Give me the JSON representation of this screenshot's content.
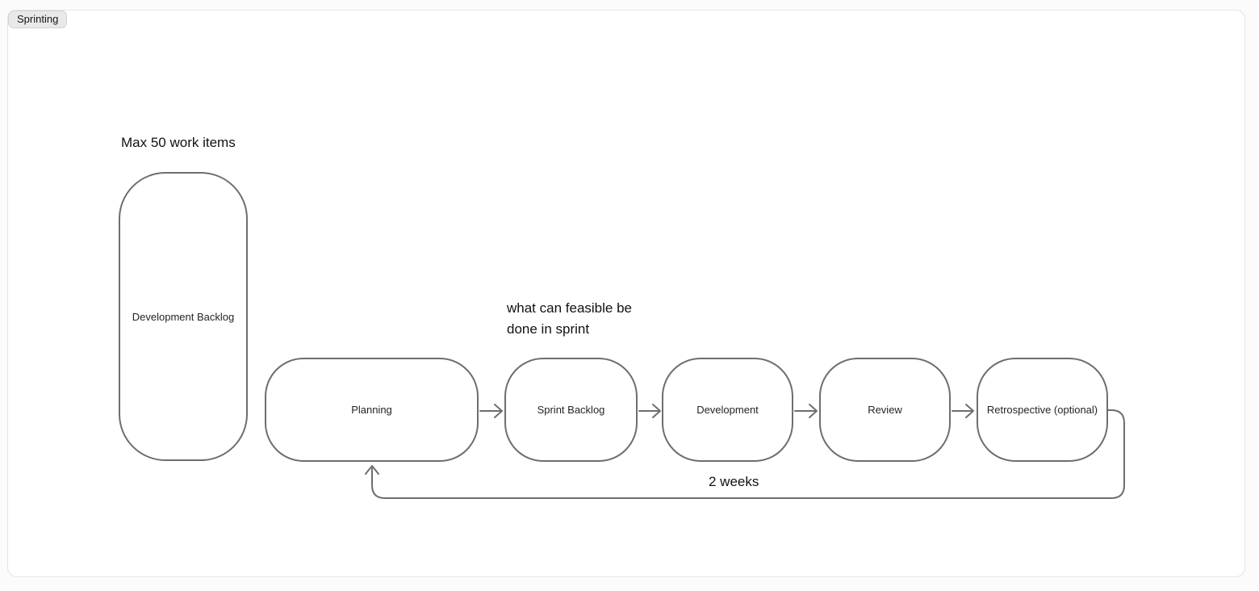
{
  "section": {
    "label": "Sprinting"
  },
  "nodes": {
    "development_backlog": {
      "label": "Development Backlog"
    },
    "planning": {
      "label": "Planning"
    },
    "sprint_backlog": {
      "label": "Sprint Backlog"
    },
    "development": {
      "label": "Development"
    },
    "review": {
      "label": "Review"
    },
    "retrospective": {
      "label": "Retrospective (optional)"
    }
  },
  "annotations": {
    "max_work_items": "Max 50 work items",
    "feasible": "what can feasible be\ndone in sprint",
    "duration": "2 weeks"
  },
  "colors": {
    "shape_stroke": "#6e6e6e",
    "section_border": "#e4e4e4",
    "badge_bg": "#e9e9e9",
    "text": "#1d1d1d"
  }
}
